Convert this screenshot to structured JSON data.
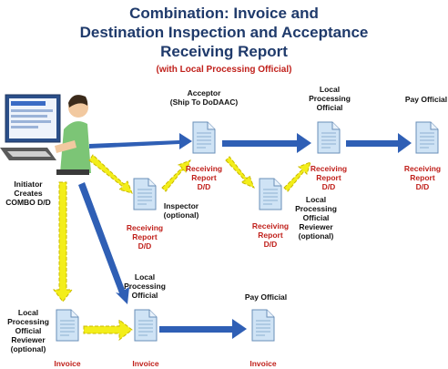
{
  "header": {
    "title_line1": "Combination: Invoice and",
    "title_line2": "Destination Inspection and Acceptance",
    "title_line3": "Receiving Report",
    "subtitle": "(with Local Processing Official)"
  },
  "actors": {
    "initiator": [
      "Initiator",
      "Creates",
      "COMBO D/D"
    ],
    "acceptor": [
      "Acceptor",
      "(Ship To DoDAAC)"
    ],
    "lpo_top": [
      "Local",
      "Processing",
      "Official"
    ],
    "pay_official_top": [
      "Pay Official"
    ],
    "inspector": [
      "Inspector",
      "(optional)"
    ],
    "lpo_reviewer_mid": [
      "Local",
      "Processing",
      "Official",
      "Reviewer",
      "(optional)"
    ],
    "lpo_bottom": [
      "Local",
      "Processing",
      "Official"
    ],
    "pay_official_bottom": [
      "Pay Official"
    ],
    "lpo_reviewer_bottom": [
      "Local",
      "Processing",
      "Official",
      "Reviewer",
      "(optional)"
    ]
  },
  "documents": {
    "receiving_report": [
      "Receiving",
      "Report",
      "D/D"
    ],
    "invoice": [
      "Invoice"
    ]
  },
  "colors": {
    "title": "#1f3a6b",
    "subtitle": "#c0201b",
    "solid_arrow": "#2f5fb5",
    "dashed_arrow": "#f3ee1a",
    "document_fill": "#cfe3f5"
  }
}
